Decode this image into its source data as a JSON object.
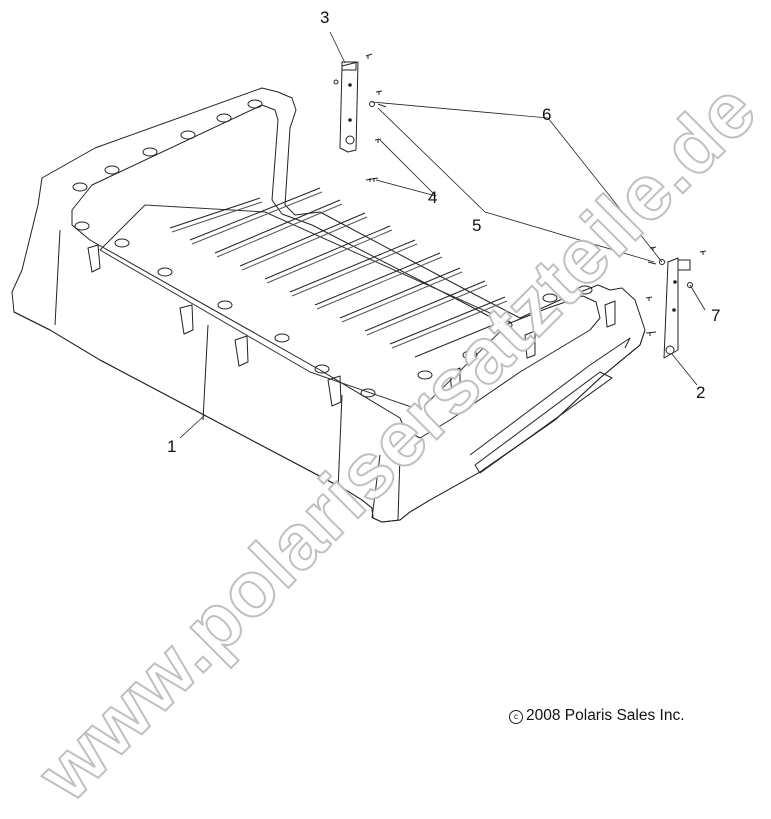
{
  "diagram": {
    "type": "exploded-parts-diagram",
    "subject": "cargo box assembly",
    "callouts": [
      {
        "id": "1",
        "label": "1",
        "part": "cargo box"
      },
      {
        "id": "2",
        "label": "2",
        "part": "right bracket"
      },
      {
        "id": "3",
        "label": "3",
        "part": "left bracket"
      },
      {
        "id": "4",
        "label": "4",
        "part": "screws"
      },
      {
        "id": "5",
        "label": "5",
        "part": "bolt"
      },
      {
        "id": "6",
        "label": "6",
        "part": "washer"
      },
      {
        "id": "7",
        "label": "7",
        "part": "nut"
      }
    ]
  },
  "watermark": {
    "text": "www.polarisersatzteile.de",
    "color": "#bdbdbd"
  },
  "footer": {
    "copyright_symbol": "c",
    "copyright_text": "2008 Polaris Sales Inc."
  },
  "colors": {
    "line": "#222222",
    "background": "#ffffff"
  }
}
